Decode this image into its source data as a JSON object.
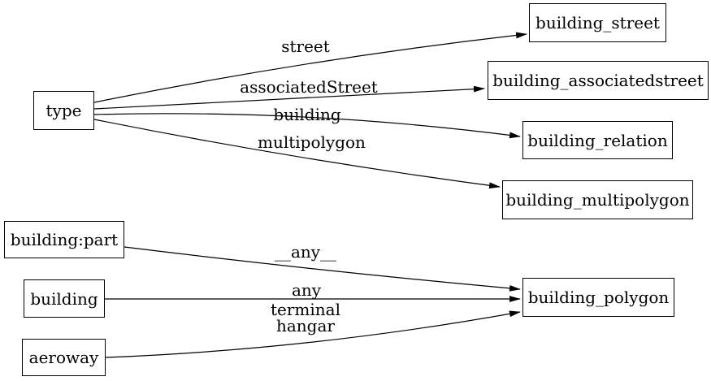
{
  "diagram": {
    "kind": "directed-graph",
    "background_color": "#ffffff",
    "stroke_color": "#000000",
    "text_color": "#000000",
    "nodes": [
      {
        "id": "type",
        "label": "type"
      },
      {
        "id": "building_street",
        "label": "building_street"
      },
      {
        "id": "building_associatedstreet",
        "label": "building_associatedstreet"
      },
      {
        "id": "building_relation",
        "label": "building_relation"
      },
      {
        "id": "building_multipolygon",
        "label": "building_multipolygon"
      },
      {
        "id": "building:part",
        "label": "building:part"
      },
      {
        "id": "building",
        "label": "building"
      },
      {
        "id": "aeroway",
        "label": "aeroway"
      },
      {
        "id": "building_polygon",
        "label": "building_polygon"
      }
    ],
    "edges": [
      {
        "from": "type",
        "to": "building_street",
        "label": "street"
      },
      {
        "from": "type",
        "to": "building_associatedstreet",
        "label": "associatedStreet"
      },
      {
        "from": "type",
        "to": "building_relation",
        "label": "building"
      },
      {
        "from": "type",
        "to": "building_multipolygon",
        "label": "multipolygon"
      },
      {
        "from": "building:part",
        "to": "building_polygon",
        "label": "__any__"
      },
      {
        "from": "building",
        "to": "building_polygon",
        "label": "__any__"
      },
      {
        "from": "aeroway",
        "to": "building_polygon",
        "label": "terminal\nhangar"
      }
    ]
  }
}
